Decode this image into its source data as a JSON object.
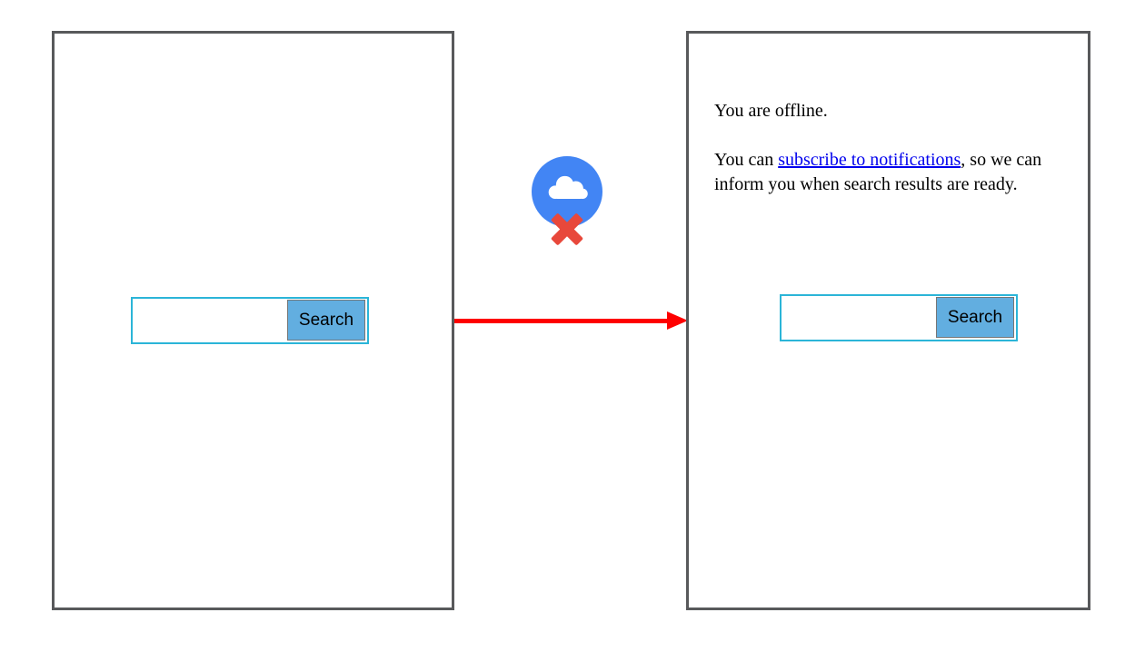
{
  "left_screen": {
    "search": {
      "input_value": "",
      "button_label": "Search"
    }
  },
  "right_screen": {
    "offline_message": "You are offline.",
    "notify_prefix": "You can ",
    "notify_link": "subscribe to notifications",
    "notify_suffix": ", so we can inform you when search results are ready.",
    "search": {
      "input_value": "",
      "button_label": "Search"
    }
  },
  "connector": {
    "type": "arrow-right",
    "icon": "cloud-offline"
  },
  "colors": {
    "panel_border": "#58595b",
    "search_border": "#2bb5d8",
    "button_fill": "#62aee0",
    "button_border": "#767676",
    "icon_circle": "#4285f4",
    "icon_x": "#e8483b",
    "arrow": "#fe0000",
    "link": "#0000ee"
  }
}
